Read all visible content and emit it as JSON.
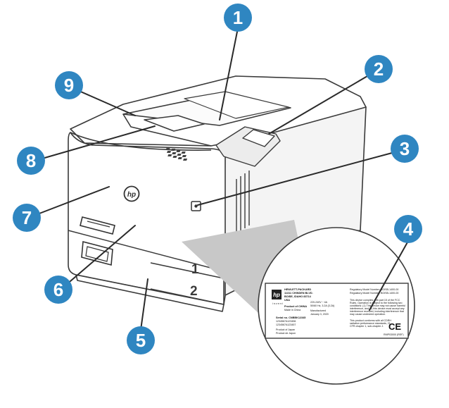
{
  "callouts": [
    "1",
    "2",
    "3",
    "4",
    "5",
    "6",
    "7",
    "8",
    "9"
  ],
  "tray_labels": [
    "1",
    "2"
  ],
  "logo_text": "hp",
  "product_label": {
    "hp_logo": "hp",
    "invent": "i n v e n t",
    "company_lines": [
      "HEWLETT-PACKARD",
      "11311 CHINDEN BLVD.",
      "BOISE, IDAHO 83714",
      "USA"
    ],
    "product_of": "Product of CHINA",
    "product_of_sub": "Made in China",
    "serial_line": "Serial no. CNBBK12345",
    "serial_sub": [
      "1234567A123456",
      "1234567A123457"
    ],
    "product_of_2": "Product of Japan",
    "product_sub_2": "Product de Japon",
    "power_lines": [
      "220-240V ~ 4A",
      "50/60 Hz, 3.2A (3.2A)"
    ],
    "manufactured": "Manufactured",
    "manufactured_date": "January 3, 2020",
    "regulatory_1": "Regulatory Model Number: BOISB-1400-00",
    "regulatory_2": "Regulatory Model Number: BOISB-1400-00",
    "compliance_lines": [
      "This device complies with part 15 of the FCC",
      "Rules. Operation is subject to the following two",
      "conditions: (1) This device may not cause harmful",
      "interference, and (2) this device must accept any",
      "interference received, including interference that",
      "may cause undesired operation."
    ],
    "laser_lines": [
      "This product conforms with all CDRH",
      "radiation performance standards, 21",
      "CFR chapter 1, sub-chapter J."
    ],
    "ce_mark": "CE",
    "part_number": "RMP03000 (REF)"
  }
}
